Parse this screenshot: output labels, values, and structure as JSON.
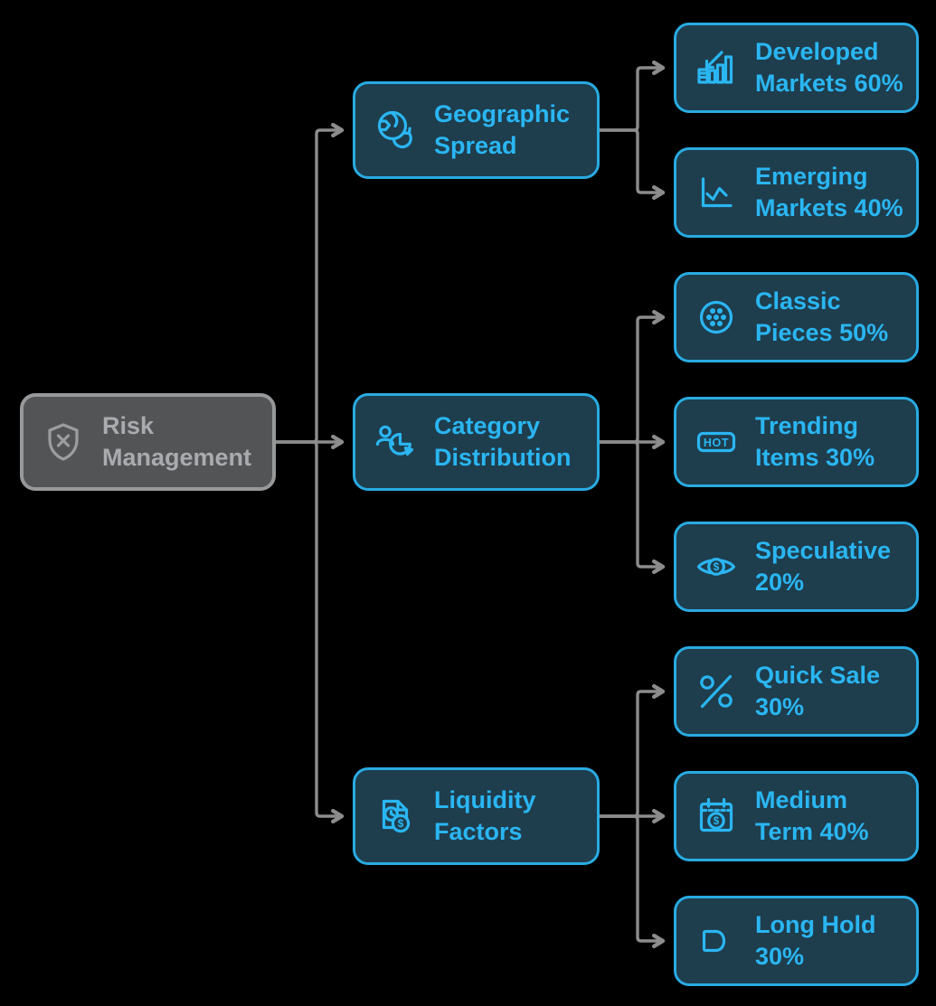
{
  "diagram": {
    "root": {
      "label": "Risk Management",
      "lines": [
        "Risk",
        "Management"
      ],
      "icon": "shield-x-icon"
    },
    "branches": [
      {
        "label": "Geographic Spread",
        "lines": [
          "Geographic",
          "Spread"
        ],
        "icon": "globe-sync-icon",
        "children": [
          {
            "label": "Developed Markets 60%",
            "lines": [
              "Developed",
              "Markets 60%"
            ],
            "value": "60%",
            "icon": "bar-chart-arrow-icon"
          },
          {
            "label": "Emerging Markets 40%",
            "lines": [
              "Emerging",
              "Markets 40%"
            ],
            "value": "40%",
            "icon": "line-chart-icon"
          }
        ]
      },
      {
        "label": "Category Distribution",
        "lines": [
          "Category",
          "Distribution"
        ],
        "icon": "user-pie-chart-icon",
        "children": [
          {
            "label": "Classic Pieces 50%",
            "lines": [
              "Classic",
              "Pieces 50%"
            ],
            "value": "50%",
            "icon": "dotted-circle-icon"
          },
          {
            "label": "Trending Items 30%",
            "lines": [
              "Trending",
              "Items 30%"
            ],
            "value": "30%",
            "icon": "hot-badge-icon"
          },
          {
            "label": "Speculative 20%",
            "lines": [
              "Speculative",
              "20%"
            ],
            "value": "20%",
            "icon": "eye-dollar-icon"
          }
        ]
      },
      {
        "label": "Liquidity Factors",
        "lines": [
          "Liquidity",
          "Factors"
        ],
        "icon": "document-clock-dollar-icon",
        "children": [
          {
            "label": "Quick Sale 30%",
            "lines": [
              "Quick Sale",
              "30%"
            ],
            "value": "30%",
            "icon": "percent-icon"
          },
          {
            "label": "Medium Term 40%",
            "lines": [
              "Medium",
              "Term 40%"
            ],
            "value": "40%",
            "icon": "calendar-dollar-icon"
          },
          {
            "label": "Long Hold 30%",
            "lines": [
              "Long Hold",
              "30%"
            ],
            "value": "30%",
            "icon": "rounded-d-shape-icon"
          }
        ]
      }
    ]
  },
  "icons": {
    "hot_badge_text": "HOT",
    "dollar_glyph": "$"
  },
  "colors": {
    "background": "#000000",
    "node_fill": "#1e3d4d",
    "node_border": "#29abe2",
    "node_text": "#2ab6f2",
    "root_fill": "#525456",
    "root_border": "#96989a",
    "root_text": "#a9abae",
    "connector": "#8c8c8c"
  }
}
